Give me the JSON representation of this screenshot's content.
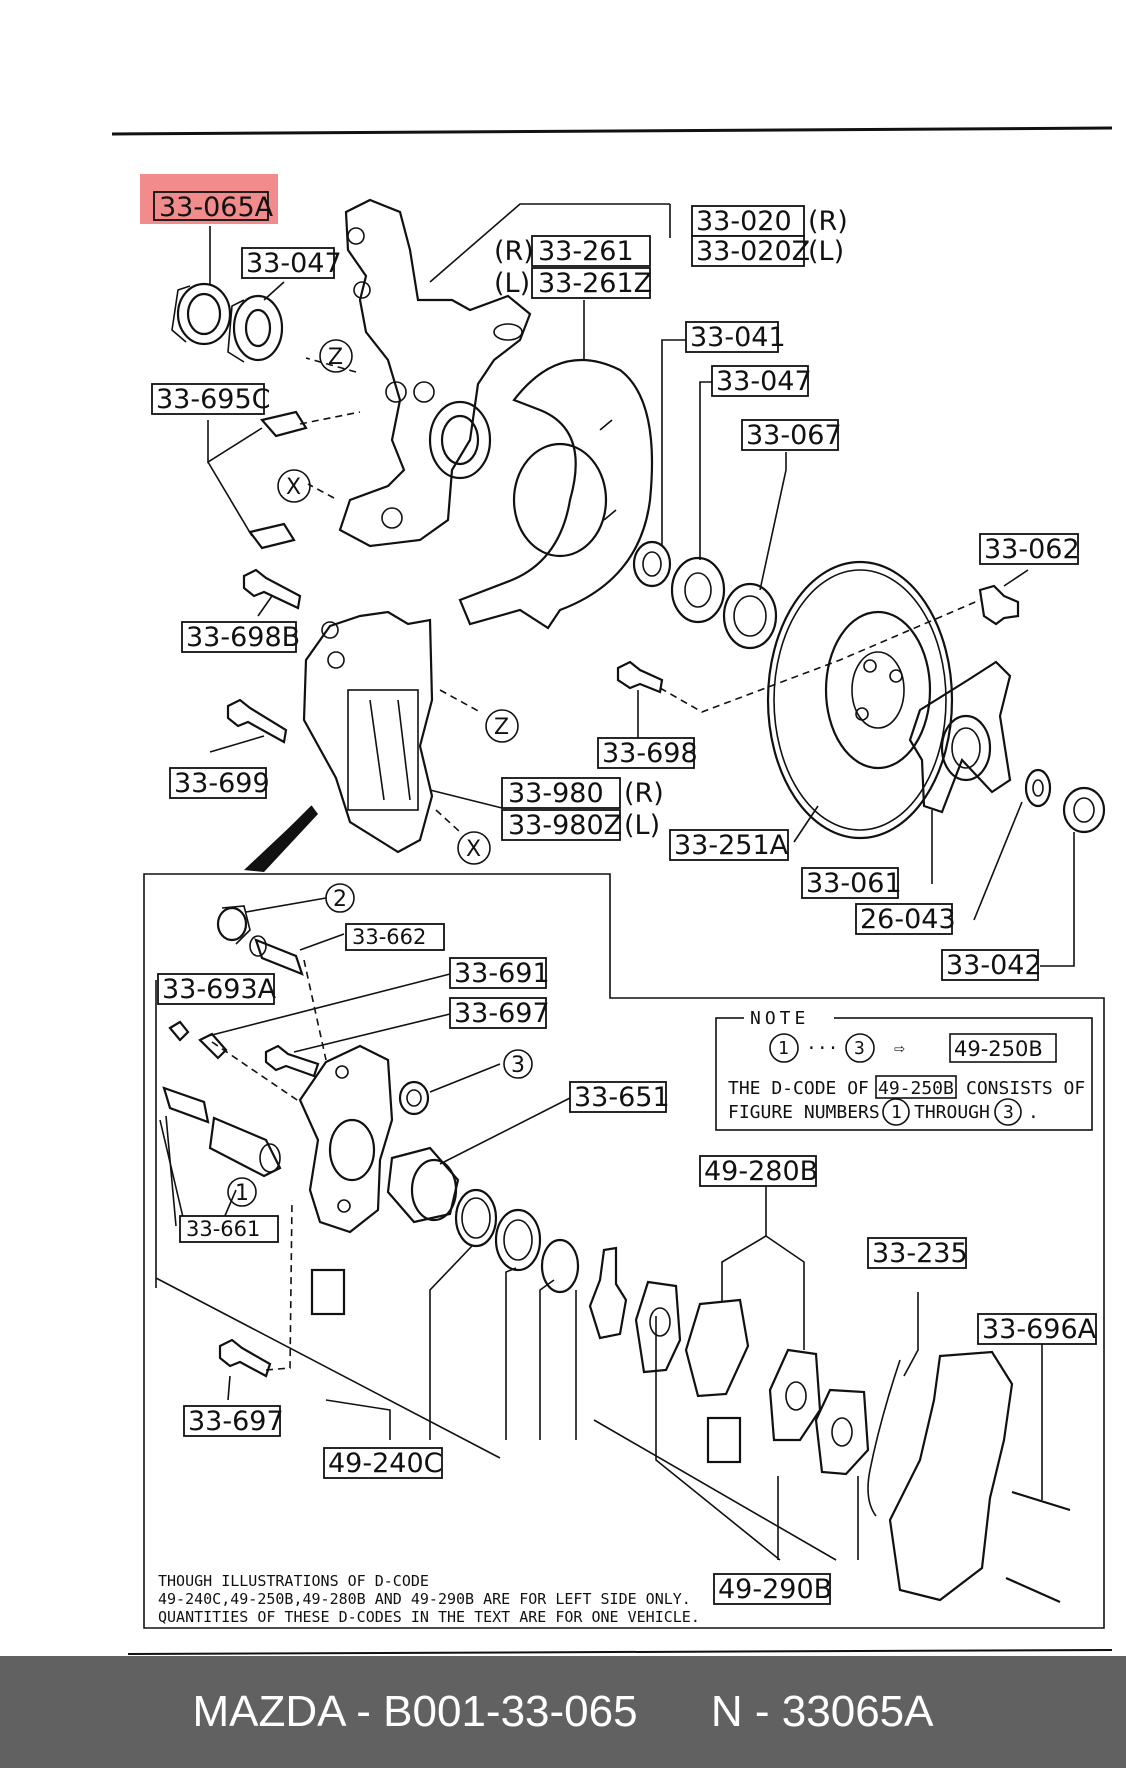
{
  "highlight": {
    "part_number": "33-065A",
    "color": "#f28b8b"
  },
  "labels": {
    "l_33065A": "33-065A",
    "l_33047a": "33-047",
    "l_33020": "33-020",
    "l_33020_side": "(R)",
    "l_33020Z": "33-020Z",
    "l_33020Z_side": "(L)",
    "l_33261_side": "(R)",
    "l_33261": "33-261",
    "l_33261Z_side": "(L)",
    "l_33261Z": "33-261Z",
    "l_33695C": "33-695C",
    "l_33041": "33-041",
    "l_33047b": "33-047",
    "l_33067": "33-067",
    "l_33062": "33-062",
    "l_33698B": "33-698B",
    "l_33698": "33-698",
    "l_33699": "33-699",
    "l_33980": "33-980",
    "l_33980_side": "(R)",
    "l_33980Z": "33-980Z",
    "l_33980Z_side": "(L)",
    "l_33251A": "33-251A",
    "l_33061": "33-061",
    "l_26043": "26-043",
    "l_33042": "33-042",
    "l_33662": "33-662",
    "l_33691": "33-691",
    "l_33693A": "33-693A",
    "l_33697a": "33-697",
    "l_33651": "33-651",
    "l_33661": "33-661",
    "l_49280B": "49-280B",
    "l_33235": "33-235",
    "l_33696A": "33-696A",
    "l_33697b": "33-697",
    "l_49240C": "49-240C",
    "l_49290B": "49-290B"
  },
  "markers": {
    "z1": "Z",
    "x1": "X",
    "z2": "Z",
    "x2": "X",
    "c1": "1",
    "c2": "2",
    "c3": "3"
  },
  "note": {
    "title": "NOTE",
    "range_start": "1",
    "range_dots": "···",
    "range_end": "3",
    "arrow": "⇨",
    "dcode": "49-250B",
    "line2_prefix": "THE D-CODE OF",
    "line2_dcode": "49-250B",
    "line2_suffix": "CONSISTS OF",
    "line3_prefix": "FIGURE NUMBERS",
    "line3_start": "1",
    "line3_mid": "THROUGH",
    "line3_end": "3",
    "line3_dot": "."
  },
  "disclaimer": {
    "line1": "THOUGH ILLUSTRATIONS OF D-CODE",
    "line2": "49-240C,49-250B,49-280B AND 49-290B ARE FOR LEFT SIDE ONLY.",
    "line3": "QUANTITIES OF THESE D-CODES IN THE TEXT ARE FOR ONE VEHICLE."
  },
  "footer": {
    "text": "MAZDA - B001-33-065      N - 33065A",
    "background": "#616161",
    "color": "#ffffff"
  }
}
